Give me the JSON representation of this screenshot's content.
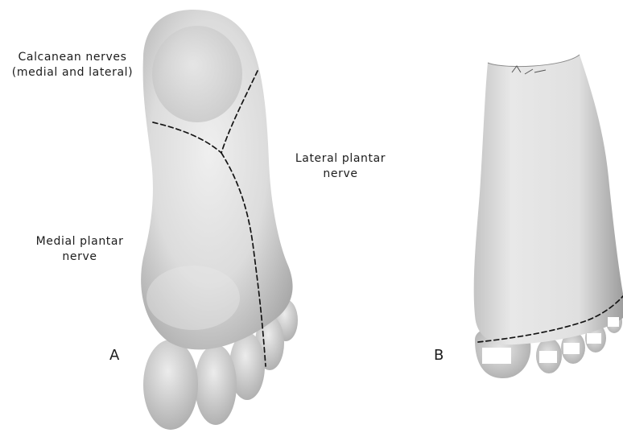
{
  "panels": {
    "a": {
      "letter": "A",
      "labels": {
        "calcanean_line1": "Calcanean nerves",
        "calcanean_line2": "(medial and lateral)",
        "lateral_line1": "Lateral plantar",
        "lateral_line2": "nerve",
        "medial_line1": "Medial plantar",
        "medial_line2": "nerve"
      }
    },
    "b": {
      "letter": "B"
    }
  },
  "colors": {
    "skin_light": "#eeeeee",
    "skin_mid": "#d4d4d4",
    "skin_shadow": "#a9a9a9",
    "nerve_line": "#141414"
  }
}
